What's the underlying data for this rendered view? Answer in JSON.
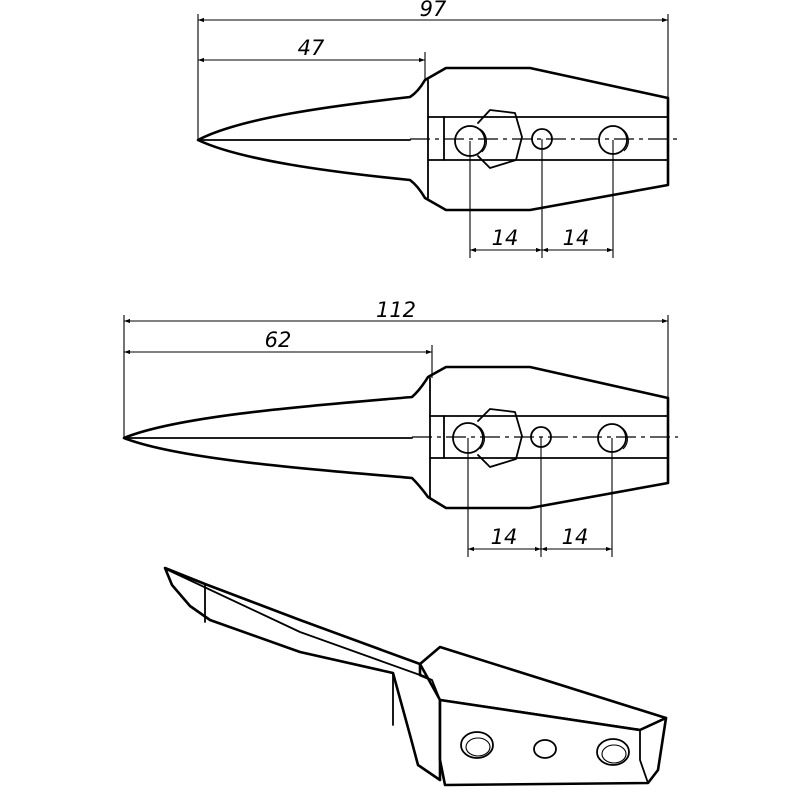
{
  "drawings": [
    {
      "name": "short-tine-side-view",
      "dimensions": {
        "overall_length": "97",
        "blade_length": "47",
        "hole_pitch_1": "14",
        "hole_pitch_2": "14"
      }
    },
    {
      "name": "long-tine-side-view",
      "dimensions": {
        "overall_length": "112",
        "blade_length": "62",
        "hole_pitch_1": "14",
        "hole_pitch_2": "14"
      }
    },
    {
      "name": "tine-isometric-view",
      "dimensions": {}
    }
  ],
  "colors": {
    "line": "#000000",
    "background": "#ffffff"
  }
}
